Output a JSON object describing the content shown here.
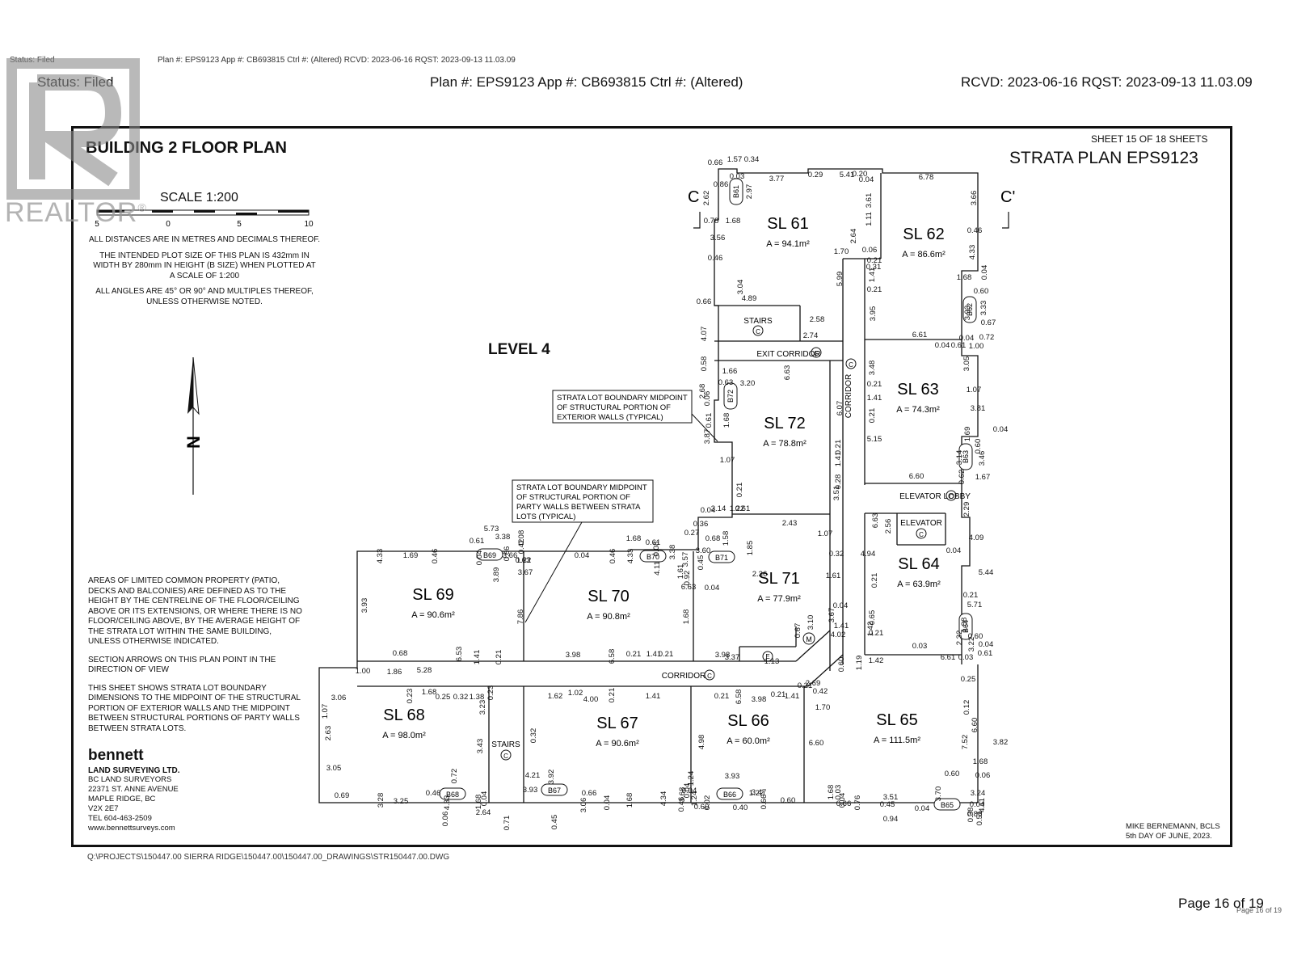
{
  "header": {
    "small_status": "Status: Filed",
    "small_plan": "Plan #: EPS9123 App #: CB693815   Ctrl #:  (Altered) RCVD: 2023-06-16 RQST: 2023-09-13 11.03.09",
    "status": "Status: Filed",
    "plan": "Plan #: EPS9123 App #: CB693815    Ctrl #:  (Altered)",
    "rcvd": "RCVD: 2023-06-16 RQST: 2023-09-13 11.03.09"
  },
  "watermark": {
    "text": "REALTOR",
    "mark": "®",
    "color": "#8a8a8a"
  },
  "sheet": {
    "title": "BUILDING 2 FLOOR PLAN",
    "sheet_count": "SHEET 15 OF 18 SHEETS",
    "strata_plan": "STRATA PLAN EPS9123",
    "scale_label": "SCALE  1:200",
    "scale_ticks": [
      "5",
      "0",
      "5",
      "10"
    ],
    "notes": [
      "ALL DISTANCES ARE IN METRES AND DECIMALS THEREOF.",
      "THE INTENDED PLOT SIZE OF THIS PLAN IS 432mm IN",
      "WIDTH BY 280mm IN HEIGHT (B SIZE) WHEN PLOTTED AT",
      "A SCALE OF 1:200",
      "ALL ANGLES ARE 45° OR 90° AND MULTIPLES THEREOF,",
      "UNLESS OTHERWISE NOTED."
    ],
    "level": "LEVEL 4",
    "section_left": "C",
    "section_right": "C'",
    "north": "N",
    "callout_exterior": [
      "STRATA LOT BOUNDARY MIDPOINT",
      "OF STRUCTURAL PORTION OF",
      "EXTERIOR WALLS (TYPICAL)"
    ],
    "callout_party": [
      "STRATA LOT BOUNDARY MIDPOINT",
      "OF STRUCTURAL PORTION OF",
      "PARTY WALLS BETWEEN STRATA",
      "LOTS (TYPICAL)"
    ],
    "lcp_notes": [
      "AREAS OF LIMITED COMMON PROPERTY (PATIO,",
      "DECKS AND BALCONIES) ARE DEFINED AS TO THE",
      "HEIGHT BY THE CENTRELINE OF THE FLOOR/CEILING",
      "ABOVE OR ITS EXTENSIONS, OR WHERE THERE IS NO",
      "FLOOR/CEILING ABOVE, BY THE AVERAGE HEIGHT OF",
      "THE STRATA LOT WITHIN THE SAME BUILDING,",
      "UNLESS OTHERWISE INDICATED."
    ],
    "section_notes": [
      "SECTION ARROWS ON THIS PLAN POINT IN THE",
      "DIRECTION OF VIEW"
    ],
    "sheet_notes": [
      "THIS SHEET SHOWS STRATA LOT BOUNDARY",
      "DIMENSIONS TO THE MIDPOINT OF THE STRUCTURAL",
      "PORTION OF EXTERIOR WALLS AND THE MIDPOINT",
      "BETWEEN STRUCTURAL PORTIONS OF PARTY WALLS",
      "BETWEEN STRATA LOTS."
    ],
    "surveyor": {
      "brand": "bennett",
      "company": "LAND SURVEYING LTD.",
      "lines": [
        "BC LAND SURVEYORS",
        "22371 ST. ANNE AVENUE",
        "MAPLE RIDGE, BC",
        "V2X 2E7",
        "TEL 604-463-2509",
        "www.bennettsurveys.com"
      ]
    },
    "signature": [
      "MIKE BERNEMANN, BCLS",
      "5th DAY OF JUNE, 2023."
    ],
    "file_path": "Q:\\PROJECTS\\150447.00 SIERRA RIDGE\\150447.00\\150447.00_DRAWINGS\\STR150447.00.DWG"
  },
  "plan": {
    "lots": [
      {
        "id": "SL 61",
        "area": "A = 94.1m²"
      },
      {
        "id": "SL 62",
        "area": "A = 86.6m²"
      },
      {
        "id": "SL 63",
        "area": "A = 74.3m²"
      },
      {
        "id": "SL 64",
        "area": "A = 63.9m²"
      },
      {
        "id": "SL 65",
        "area": "A = 111.5m²"
      },
      {
        "id": "SL 66",
        "area": "A = 60.0m²"
      },
      {
        "id": "SL 67",
        "area": "A = 90.6m²"
      },
      {
        "id": "SL 68",
        "area": "A = 98.0m²"
      },
      {
        "id": "SL 69",
        "area": "A = 90.6m²"
      },
      {
        "id": "SL 70",
        "area": "A = 90.8m²"
      },
      {
        "id": "SL 71",
        "area": "A = 77.9m²"
      },
      {
        "id": "SL 72",
        "area": "A = 78.8m²"
      }
    ],
    "rooms": [
      "STAIRS",
      "EXIT CORRIDOR",
      "CORRIDOR",
      "ELEVATOR LOBBY",
      "ELEVATOR",
      "CORRIDOR",
      "STAIRS"
    ],
    "common_mark": "C",
    "lcp_tags": [
      "B61",
      "B62",
      "B63",
      "B64",
      "B65",
      "B66",
      "B67",
      "B68",
      "B69",
      "B70",
      "B71",
      "B72"
    ],
    "meter_mark": "M",
    "electrical_mark": "E",
    "dimensions": [
      "0.66",
      "1.57",
      "0.34",
      "0.86",
      "0.03",
      "2.62",
      "2.97",
      "3.77",
      "0.29",
      "5.41",
      "0.20",
      "0.04",
      "6.78",
      "3.61",
      "3.66",
      "0.78",
      "1.68",
      "1.11",
      "0.46",
      "3.56",
      "0.46",
      "2.64",
      "1.70",
      "0.06",
      "0.21",
      "0.31",
      "1.41",
      "4.33",
      "0.04",
      "1.68",
      "0.66",
      "4.89",
      "3.04",
      "5.99",
      "0.21",
      "3.95",
      "3.93",
      "0.60",
      "3.33",
      "0.67",
      "0.04",
      "0.72",
      "2.58",
      "2.74",
      "6.61",
      "4.07",
      "0.58",
      "0.04",
      "0.61",
      "1.00",
      "3.05",
      "6.63",
      "3.48",
      "0.21",
      "1.07",
      "1.66",
      "0.63",
      "2.68",
      "0.06",
      "3.20",
      "1.41",
      "6.07",
      "3.81",
      "1.68",
      "0.61",
      "0.21",
      "5.15",
      "1.69",
      "0.04",
      "0.60",
      "3.14",
      "3.46",
      "3.87",
      "1.07",
      "0.21",
      "1.41",
      "6.60",
      "0.62",
      "1.67",
      "0.28",
      "0.21",
      "3.51",
      "3.14",
      "1.22",
      "0.61",
      "0.04",
      "0.36",
      "2.43",
      "6.63",
      "2.56",
      "2.29",
      "4.09",
      "1.07",
      "0.04",
      "5.73",
      "3.38",
      "0.61",
      "0.08",
      "0.42",
      "0.66",
      "0.63",
      "0.04",
      "1.69",
      "0.46",
      "4.33",
      "3.66",
      "1.22",
      "3.67",
      "0.04",
      "0.46",
      "4.33",
      "1.68",
      "0.61",
      "0.08",
      "3.38",
      "0.27",
      "0.68",
      "1.58",
      "1.85",
      "3.60",
      "0.45",
      "0.32",
      "4.94",
      "5.44",
      "4.11",
      "3.57",
      "1.61",
      "0.92",
      "3.89",
      "3.93",
      "7.86",
      "6.63",
      "0.04",
      "2.36",
      "1.61",
      "0.21",
      "0.21",
      "1.68",
      "0.04",
      "5.71",
      "1.88",
      "0.60",
      "3.67",
      "3.10",
      "0.67",
      "0.65",
      "2.32",
      "1.42",
      "1.41",
      "0.21",
      "3.22",
      "0.04",
      "0.68",
      "6.53",
      "1.41",
      "0.21",
      "3.98",
      "6.58",
      "0.21",
      "1.41",
      "0.21",
      "3.98",
      "3.37",
      "1.13",
      "4.02",
      "0.60",
      "1.19",
      "1.42",
      "0.03",
      "6.61",
      "0.03",
      "0.61",
      "1.00",
      "1.86",
      "5.28",
      "1.68",
      "0.23",
      "0.25",
      "0.32",
      "1.38",
      "0.23",
      "3.23",
      "1.62",
      "1.02",
      "4.00",
      "0.21",
      "1.41",
      "0.21",
      "6.58",
      "3.98",
      "0.21",
      "1.41",
      "0.21",
      "2.69",
      "0.42",
      "1.70",
      "0.25",
      "0.12",
      "3.06",
      "1.07",
      "2.63",
      "3.43",
      "0.32",
      "4.98",
      "6.60",
      "6.60",
      "7.52",
      "3.82",
      "1.68",
      "0.06",
      "0.60",
      "3.24",
      "3.05",
      "0.72",
      "4.21",
      "3.92",
      "1.24",
      "3.93",
      "0.04",
      "3.93",
      "0.04",
      "1.24",
      "0.02",
      "1.22",
      "0.03",
      "1.68",
      "0.76",
      "3.51",
      "3.70",
      "0.69",
      "3.28",
      "3.25",
      "0.46",
      "4.33",
      "1.68",
      "0.04",
      "2.64",
      "0.66",
      "0.04",
      "1.68",
      "4.34",
      "0.46",
      "3.68",
      "0.40",
      "0.66",
      "3.47",
      "0.60",
      "4.11",
      "0.45",
      "0.60",
      "0.04",
      "0.66",
      "0.38",
      "0.86",
      "0.04",
      "0.04",
      "0.51",
      "0.06",
      "0.71",
      "0.45",
      "3.06",
      "0.94",
      "3.09",
      "0.60",
      "4.45"
    ]
  },
  "footer": {
    "page": "Page 16 of 19",
    "page_small": "Page 16 of 19"
  }
}
